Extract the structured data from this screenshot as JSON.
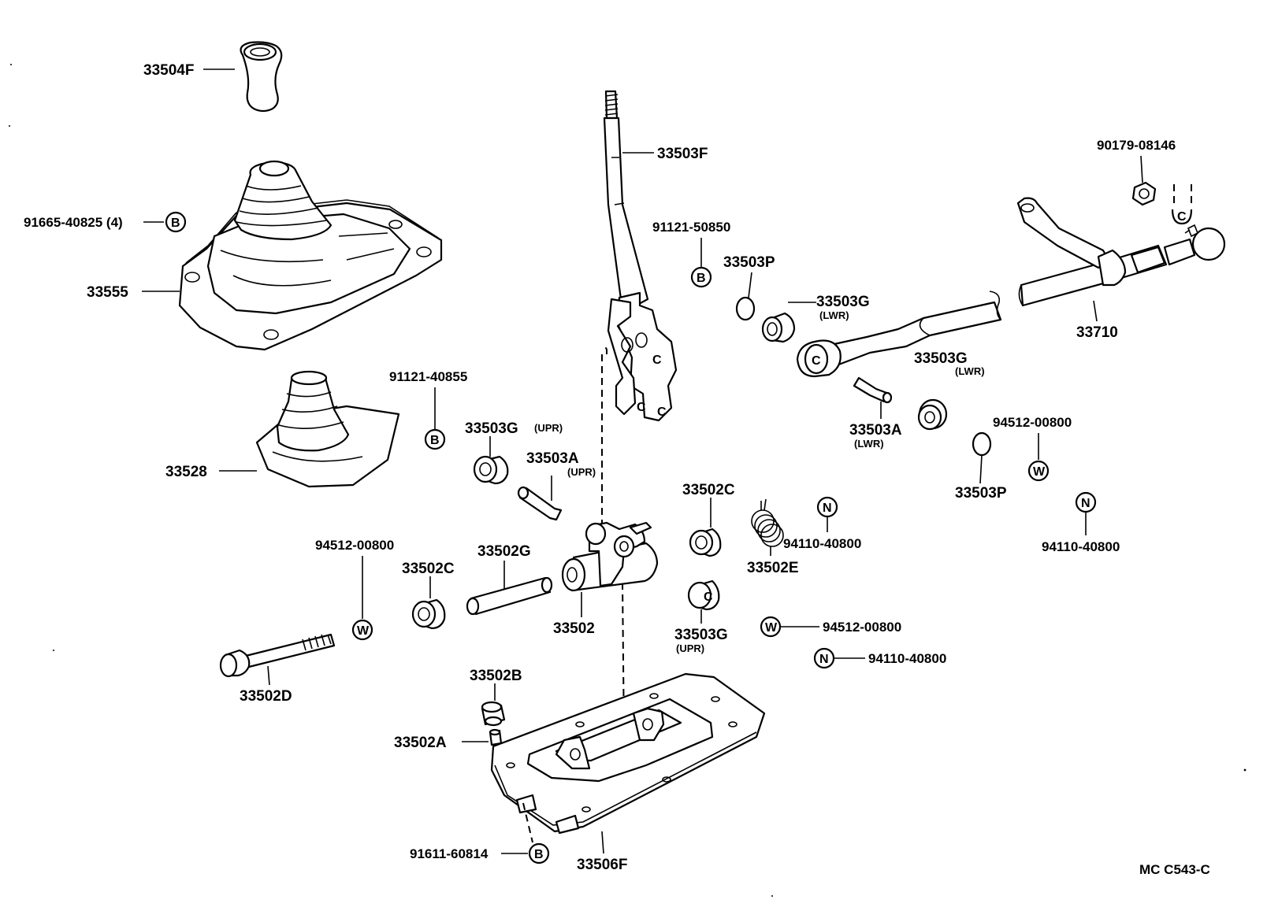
{
  "diagram": {
    "code": "MC  C543-C",
    "labels": {
      "knob": "33504F",
      "boot_screw": "91665-40825 (4)",
      "boot_outer": "33555",
      "boot_inner": "33528",
      "bolt_40855": "91121-40855",
      "lever": "33503F",
      "bolt_50850": "91121-50850",
      "p_upper": "33503P",
      "g_lwr_upper": "33503G",
      "g_lwr_upper_note": "(LWR)",
      "nut_08146": "90179-08146",
      "rod": "33710",
      "g_lwr_mid": "33503G",
      "g_lwr_mid_note": "(LWR)",
      "a_lwr": "33503A",
      "a_lwr_note": "(LWR)",
      "washer_right": "94512-00800",
      "p_lower": "33503P",
      "nut_right": "94110-40800",
      "g_upr": "33503G",
      "g_upr_note": "(UPR)",
      "a_upr": "33503A",
      "a_upr_note": "(UPR)",
      "c_mid": "33502C",
      "e_spring": "33502E",
      "nut_mid": "94110-40800",
      "washer_left": "94512-00800",
      "c_left": "33502C",
      "g_pin": "33502G",
      "housing": "33502",
      "g_upr_low": "33503G",
      "g_upr_low_note": "(UPR)",
      "washer_low": "94512-00800",
      "nut_low": "94110-40800",
      "bolt_d": "33502D",
      "b_plug": "33502B",
      "a_pin": "33502A",
      "bolt_60814": "91611-60814",
      "retainer": "33506F"
    },
    "symbols": {
      "b": "B",
      "w": "W",
      "n": "N",
      "c": "C"
    }
  }
}
